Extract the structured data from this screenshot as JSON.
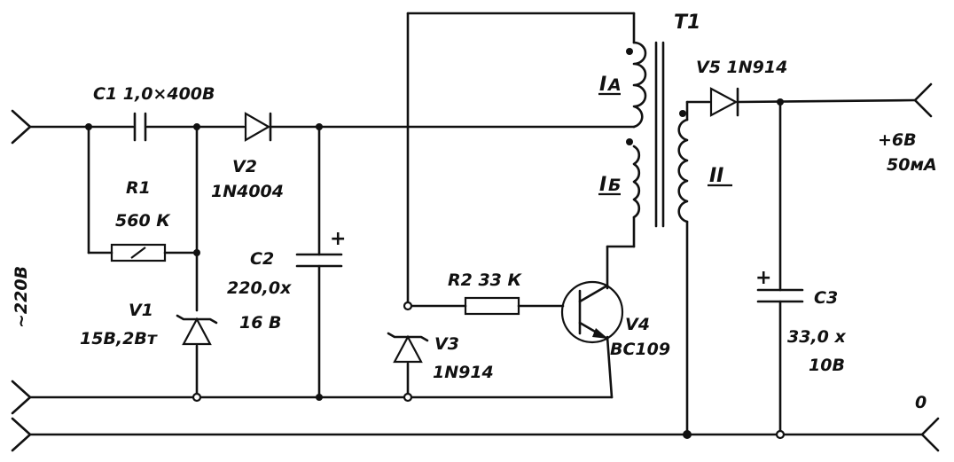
{
  "labels": {
    "c1": "C1  1,0×400В",
    "r1_name": "R1",
    "r1_value": "560 К",
    "v2_name": "V2",
    "v2_type": "1N4004",
    "c2_name": "С2",
    "c2_value": "220,0х",
    "c2_voltage": "16 В",
    "plus_c2": "+",
    "v1_name": "V1",
    "v1_type": "15В,2Вт",
    "input": "~220В",
    "t1": "Т1",
    "winding_ia": "I",
    "winding_ia_sub": "А",
    "winding_ib": "I",
    "winding_ib_sub": "Б",
    "winding_ii": "II",
    "v5": "V5  1N914",
    "output_v": "+6В",
    "output_i": "50мА",
    "r2": "R2  33 К",
    "v4_name": "V4",
    "v4_type": "BC109",
    "v3_name": "V3",
    "v3_type": "1N914",
    "c3_name": "С3",
    "c3_value": "33,0 х",
    "c3_voltage": "10В",
    "plus_c3": "+",
    "ground": "0"
  }
}
